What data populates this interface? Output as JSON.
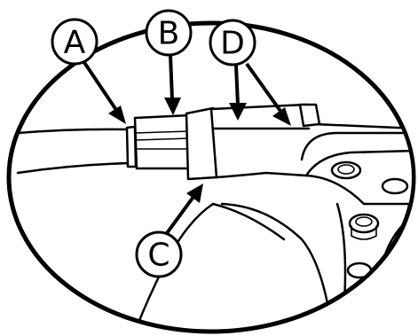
{
  "callouts": [
    {
      "id": "A",
      "label": "A"
    },
    {
      "id": "B",
      "label": "B"
    },
    {
      "id": "C",
      "label": "C"
    },
    {
      "id": "D",
      "label": "D"
    }
  ],
  "colors": {
    "line": "#000000",
    "background": "#ffffff"
  }
}
